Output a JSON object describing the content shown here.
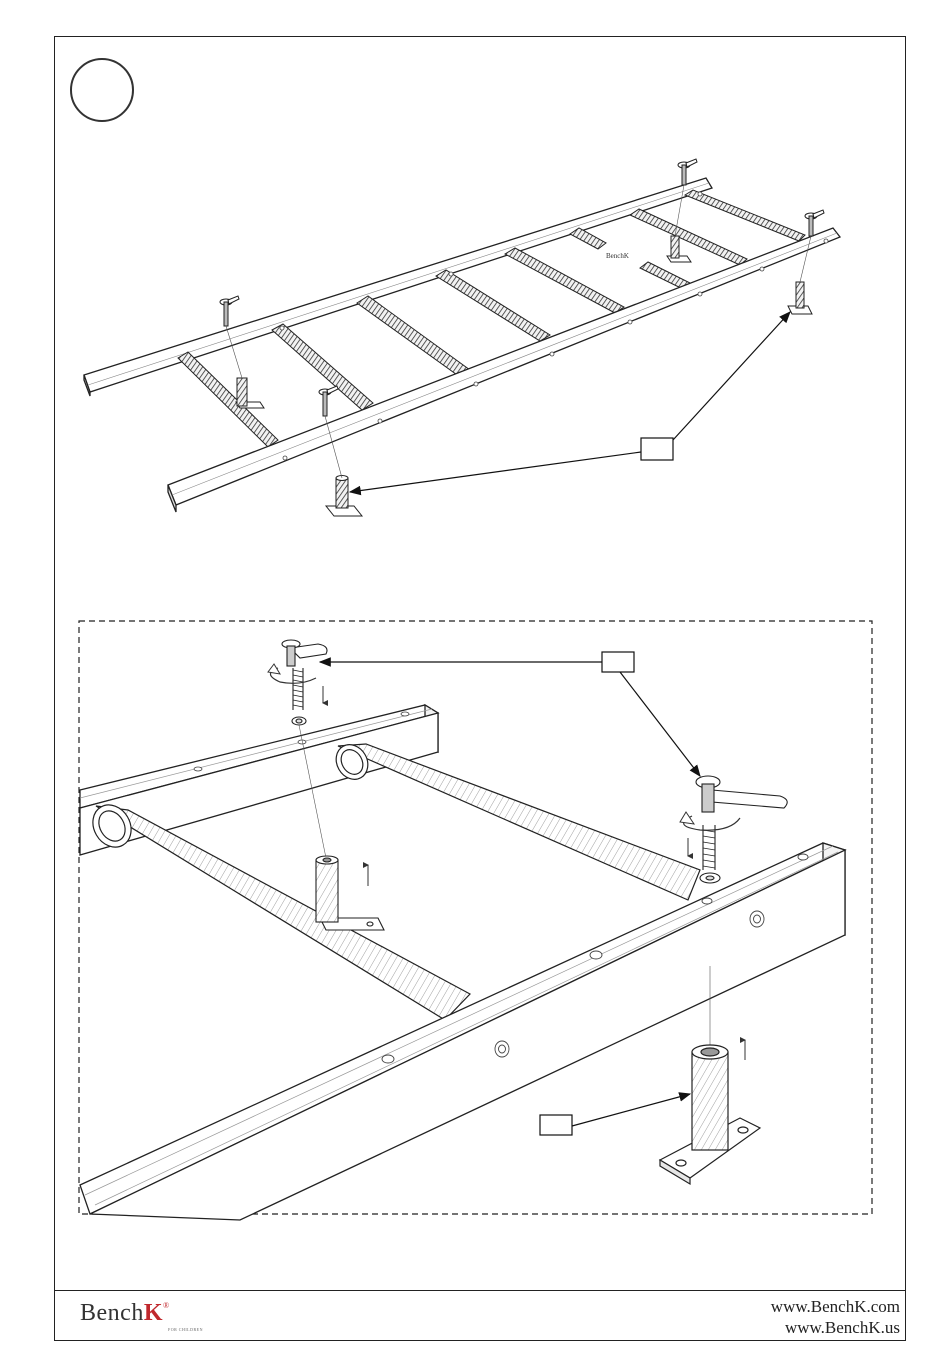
{
  "brand": {
    "logo_prefix": "Bench",
    "logo_k": "K",
    "logo_mark": "®",
    "logo_tagline": "FOR CHILDREN",
    "frame_marking": "BenchK"
  },
  "footer": {
    "url_com": "www.BenchK.com",
    "url_us": "www.BenchK.us"
  },
  "step": {
    "number": ""
  },
  "callouts": {
    "overview_part": "",
    "detail_bolt": "",
    "detail_post": ""
  },
  "icons": [
    "rotate-arrow-icon",
    "down-arrow-icon",
    "up-arrow-icon"
  ]
}
